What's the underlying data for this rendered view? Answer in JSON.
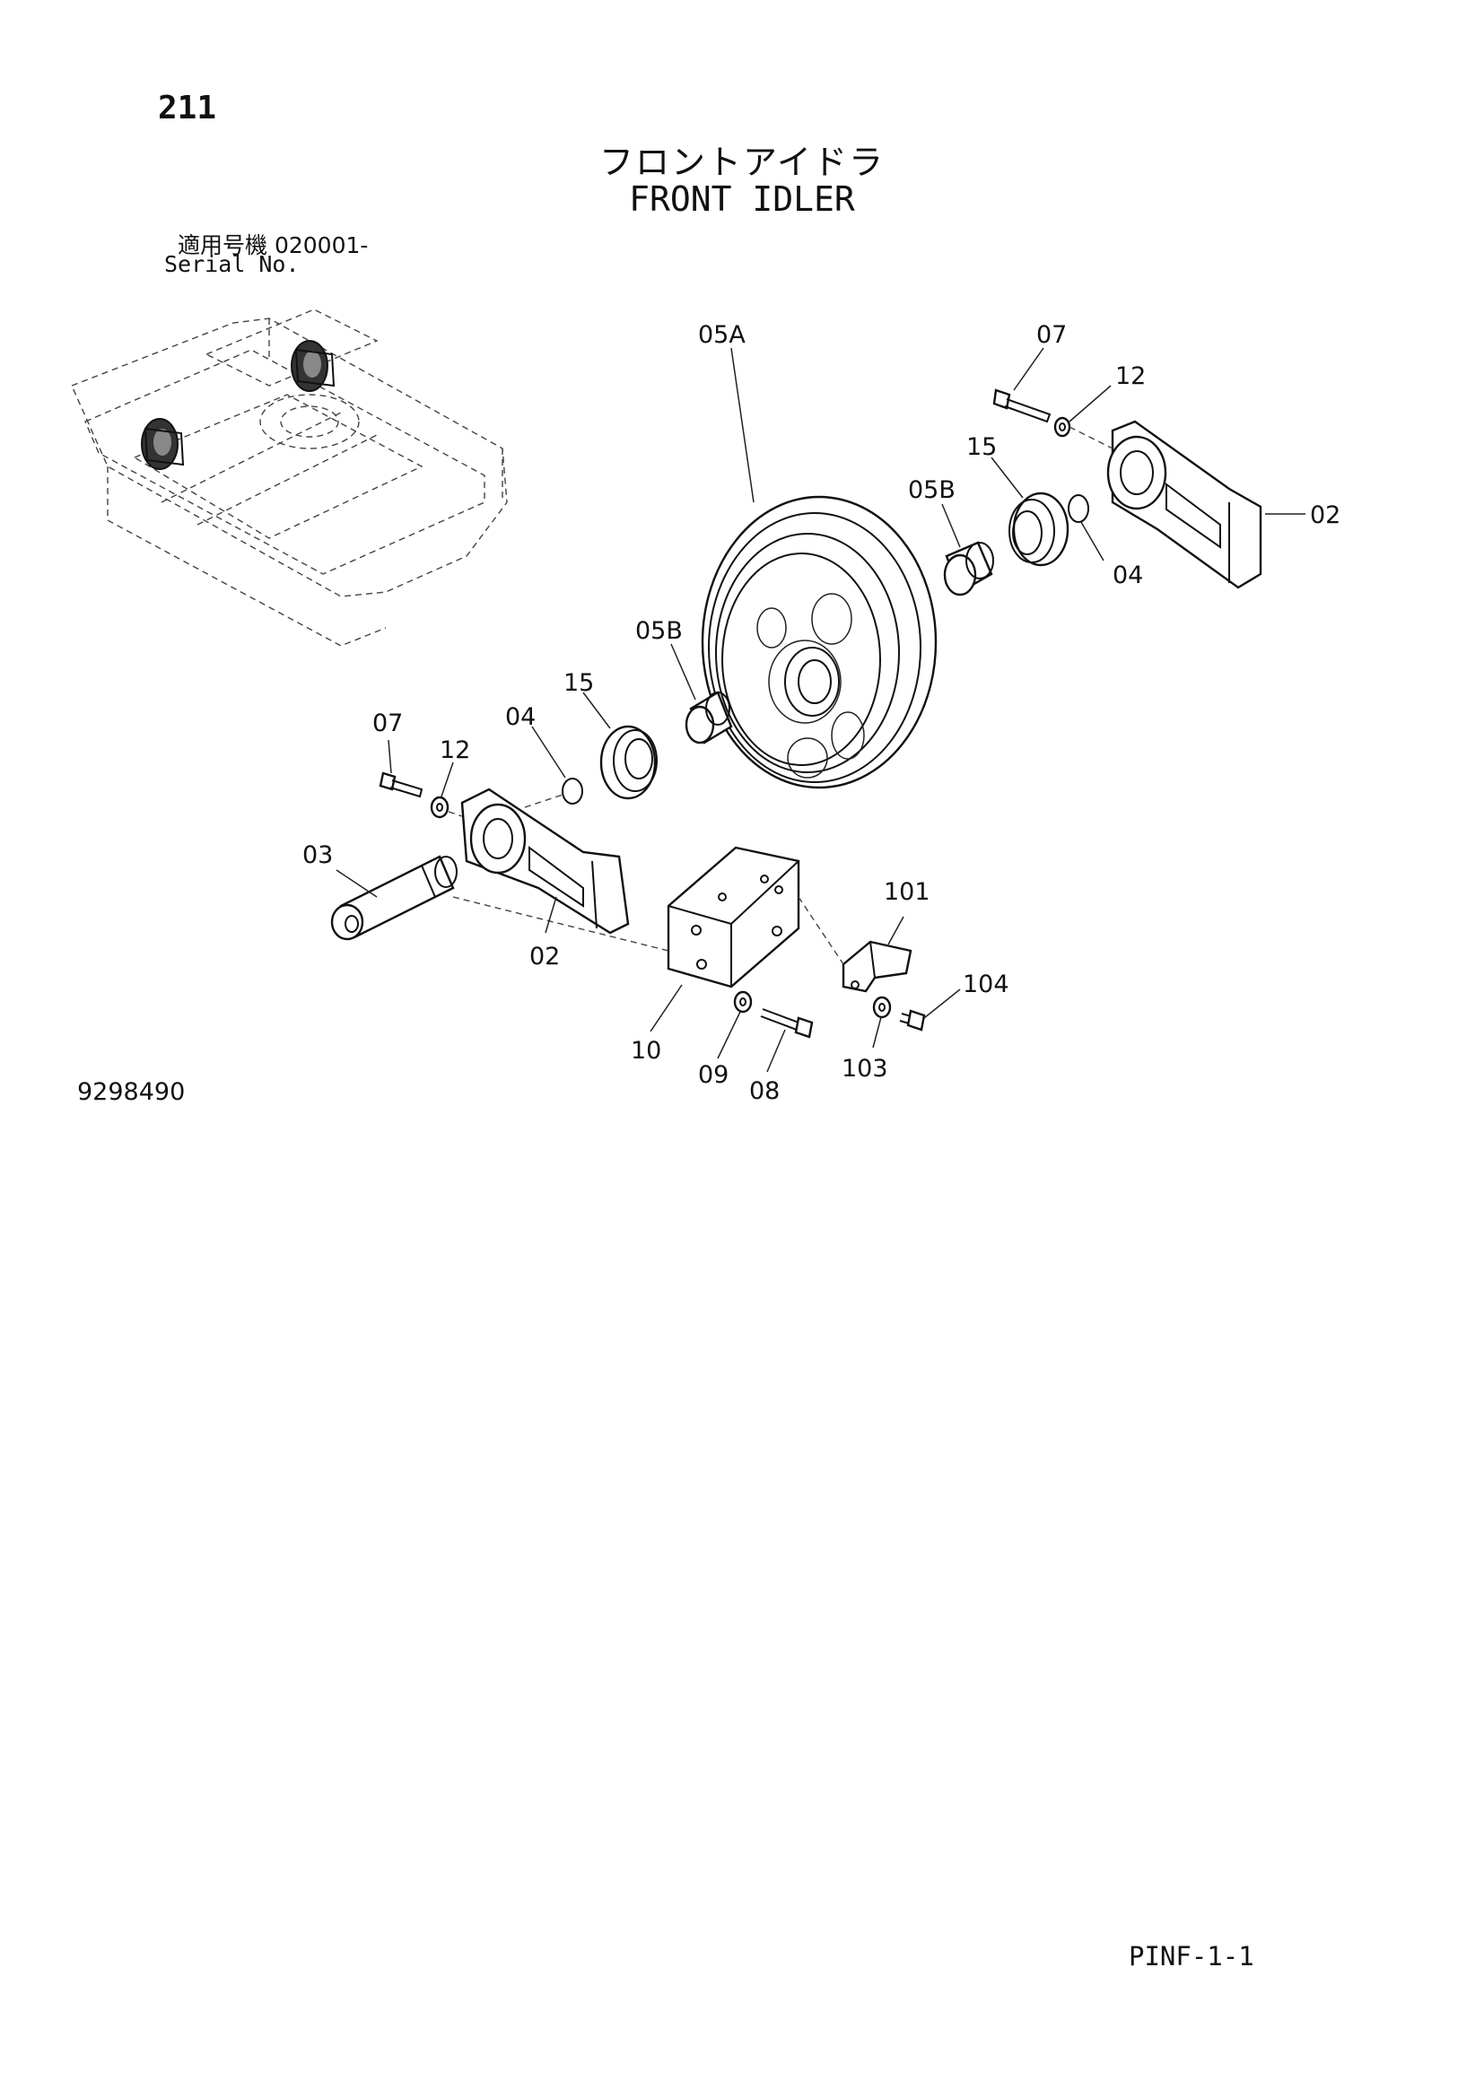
{
  "page": {
    "number": "211",
    "title_jp": "フロントアイドラ",
    "title_en": "FRONT IDLER",
    "serial_jp": "適用号機 020001-",
    "serial_en": "Serial No.",
    "drawing_number": "9298490",
    "footer_code": "PINF-1-1"
  },
  "callouts": {
    "c07_top": "07",
    "c12_top": "12",
    "c15_top": "15",
    "c05b_top": "05B",
    "c05a": "05A",
    "c02_right": "02",
    "c04_right": "04",
    "c05b_mid": "05B",
    "c15_mid": "15",
    "c04_mid": "04",
    "c07_left": "07",
    "c12_left": "12",
    "c03": "03",
    "c02_left": "02",
    "c10": "10",
    "c09": "09",
    "c08": "08",
    "c101": "101",
    "c104": "104",
    "c103": "103"
  },
  "icons": {
    "locator": "undercarriage-locator-icon"
  }
}
